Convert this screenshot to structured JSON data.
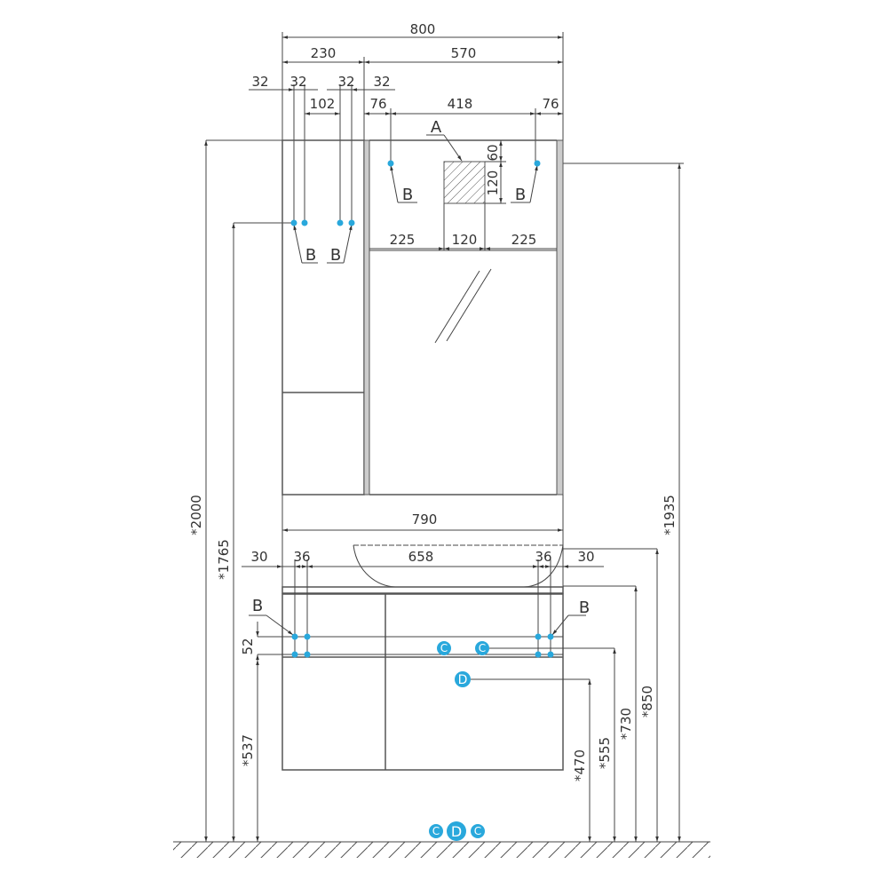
{
  "title": "Furniture installation drawing",
  "colors": {
    "marker": "#29a8dc",
    "line": "#444444"
  },
  "dims": {
    "top": {
      "total": "800",
      "left": "230",
      "right": "570"
    },
    "holes_left": [
      "32",
      "32",
      "32",
      "32"
    ],
    "hole_spacing": "102",
    "mirror_top": [
      "76",
      "418",
      "76"
    ],
    "box": {
      "top": "60",
      "height": "120"
    },
    "box_row": [
      "225",
      "120",
      "225"
    ],
    "vanity_width": "790",
    "vanity_row": [
      "30",
      "36",
      "658",
      "36",
      "30"
    ],
    "rail": "52",
    "heights": {
      "h2000": "*2000",
      "h1765": "*1765",
      "h537": "*537",
      "h470": "*470",
      "h555": "*555",
      "h730": "*730",
      "h850": "*850",
      "h1935": "*1935"
    }
  },
  "labels": {
    "a": "A",
    "b": "B",
    "c": "C",
    "d": "D"
  }
}
